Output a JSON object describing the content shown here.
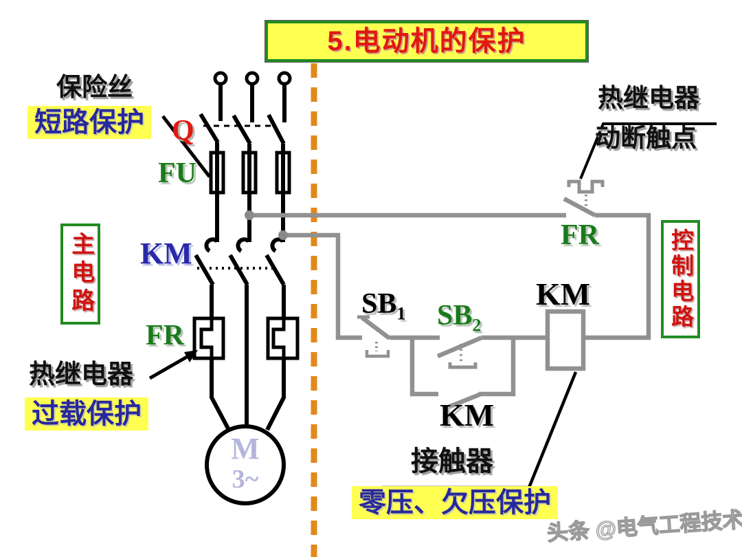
{
  "title": "5.电动机的保护",
  "palette": {
    "highlight_yellow": "#ffff52",
    "title_red": "#e0190f",
    "label_navy": "#28289e",
    "label_green": "#1a7a1a",
    "section_red": "#cf1310",
    "box_border_green": "#228b22",
    "wire_gray": "#919191",
    "wire_black": "#000000",
    "separator_orange": "#e2891b",
    "motor_text_purple": "#b5b5dc"
  },
  "main_circuit": {
    "section_label": "主电路",
    "fuse_name": "保险丝",
    "short_circuit_protection": "短路保护",
    "switch_label": "Q",
    "fuse_label": "FU",
    "contactor_label": "KM",
    "thermal_label": "FR",
    "thermal_relay_name": "热继电器",
    "overload_protection": "过载保护",
    "motor_letter": "M",
    "motor_phase": "3~"
  },
  "control_circuit": {
    "section_label": "控制电路",
    "thermal_relay_name": "热继电器",
    "nc_contact_name": "动断触点",
    "thermal_label": "FR",
    "stop_button": {
      "base": "SB",
      "sub": "1"
    },
    "start_button": {
      "base": "SB",
      "sub": "2"
    },
    "coil_label": "KM",
    "aux_label": "KM",
    "contactor_name": "接触器",
    "voltage_protection": "零压、欠压保护"
  },
  "watermark": "头条 @电气工程技术"
}
